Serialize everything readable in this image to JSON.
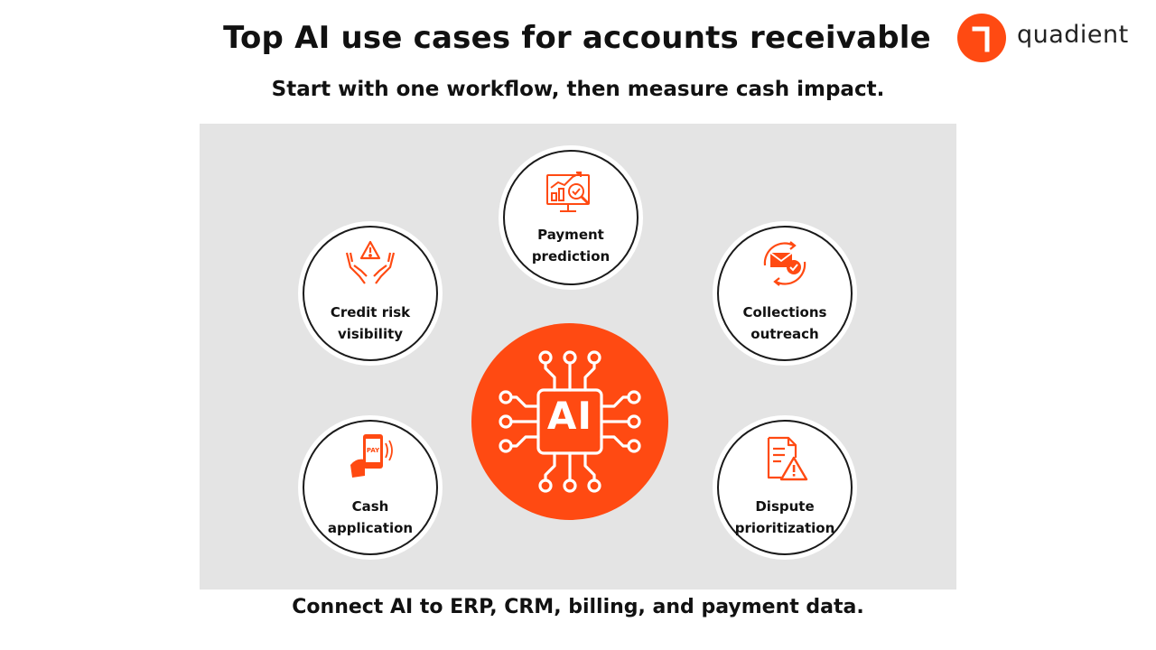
{
  "header": {
    "title": "Top AI use cases for accounts receivable",
    "subtitle": "Start with one workflow, then measure cash impact."
  },
  "brand": {
    "name": "quadient",
    "accent_color": "#ff4a12"
  },
  "diagram": {
    "hub": {
      "label": "AI",
      "icon": "ai-chip-icon"
    },
    "nodes": [
      {
        "id": "payment-prediction",
        "line1": "Payment",
        "line2": "prediction",
        "icon": "analytics-monitor-icon"
      },
      {
        "id": "credit-risk",
        "line1": "Credit risk",
        "line2": "visibility",
        "icon": "hands-warning-icon"
      },
      {
        "id": "collections",
        "line1": "Collections",
        "line2": "outreach",
        "icon": "email-gear-cycle-icon"
      },
      {
        "id": "cash-application",
        "line1": "Cash",
        "line2": "application",
        "icon": "phone-pay-icon",
        "icon_text": "PAY"
      },
      {
        "id": "dispute",
        "line1": "Dispute",
        "line2": "prioritization",
        "icon": "document-warning-icon"
      }
    ]
  },
  "footer": {
    "text": "Connect AI to ERP, CRM, billing, and payment data."
  }
}
